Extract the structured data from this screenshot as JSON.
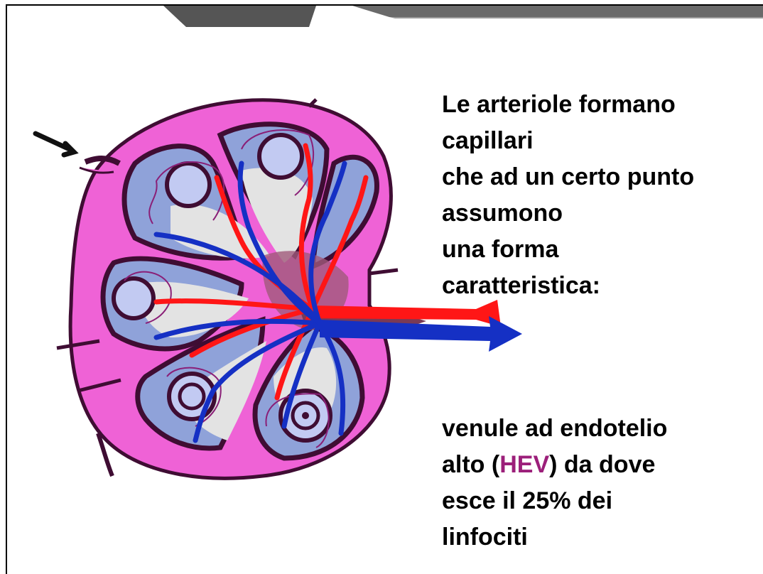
{
  "text_top": "Le arteriole formano\ncapillari\nche ad un certo punto\nassumono\nuna forma\ncaratteristica:",
  "text_bottom": {
    "line1": "venule ad endotelio",
    "before": "alto (",
    "highlight": "HEV",
    "after": ") da dove",
    "rest": "esce il 25% dei\nlinfociti"
  },
  "colors": {
    "capsule": "#ef62d6",
    "outline": "#3f0d33",
    "follicle": "#8fa2d9",
    "germinal_center": "#c2caf2",
    "medulla": "#e3e3e3",
    "artery": "#ff1616",
    "vein": "#1530c4",
    "hev_highlight": "#9c1f7a"
  },
  "icons": {
    "afferent_arrow": "arrow-icon",
    "artery_arrow": "arrowhead-icon",
    "vein_arrow": "arrowhead-icon"
  }
}
